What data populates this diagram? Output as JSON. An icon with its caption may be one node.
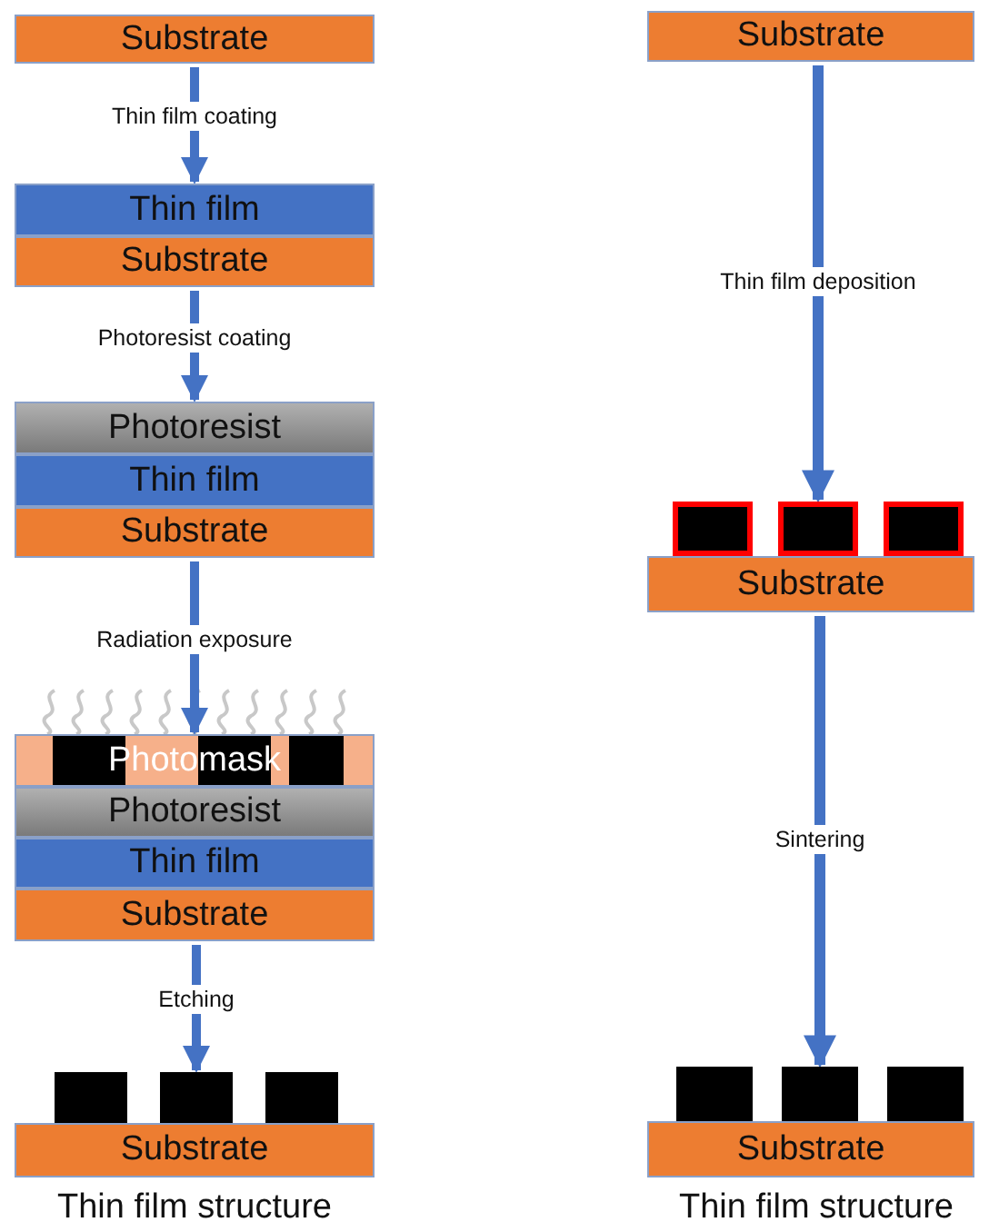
{
  "diagram": {
    "nodes": [
      {
        "text": [
          "Substrate"
        ]
      },
      {
        "text": [
          "Thin film"
        ]
      },
      {
        "text": [
          "Substrate"
        ]
      },
      {
        "text": [
          "Photoresist"
        ]
      },
      {
        "text": [
          "Thin film"
        ]
      },
      {
        "text": [
          "Substrate"
        ]
      },
      {
        "text": [
          "Photomask"
        ]
      },
      {
        "text": [
          "Photoresist"
        ]
      },
      {
        "text": [
          "Thin film"
        ]
      },
      {
        "text": [
          "Substrate"
        ]
      },
      {
        "text": [],
        "shape": "box"
      },
      {
        "text": [],
        "shape": "box"
      },
      {
        "text": [],
        "shape": "box"
      },
      {
        "text": [
          "Substrate"
        ]
      },
      {
        "text": [
          "Substrate"
        ]
      },
      {
        "text": [],
        "shape": "box"
      },
      {
        "text": [],
        "shape": "box"
      },
      {
        "text": [],
        "shape": "box"
      },
      {
        "text": [
          "Substrate"
        ]
      },
      {
        "text": [],
        "shape": "box"
      },
      {
        "text": [],
        "shape": "box"
      },
      {
        "text": [],
        "shape": "box"
      },
      {
        "text": [
          "Substrate"
        ]
      }
    ],
    "edges": [
      {
        "from": 0,
        "to": 1,
        "arrow": "to",
        "label": "Thin film coating"
      },
      {
        "from": 2,
        "to": 3,
        "arrow": "to",
        "label": "Photoresist coating"
      },
      {
        "from": 5,
        "to": 6,
        "arrow": "to",
        "label": "Radiation exposure"
      },
      {
        "from": 9,
        "to": 11,
        "arrow": "to",
        "label": "Etching"
      },
      {
        "from": 14,
        "to": 16,
        "arrow": "to",
        "label": "Thin film deposition"
      },
      {
        "from": 18,
        "to": 20,
        "arrow": "to",
        "label": "Sintering"
      }
    ],
    "labels": [
      "Thin film structure",
      "Thin film structure"
    ]
  }
}
